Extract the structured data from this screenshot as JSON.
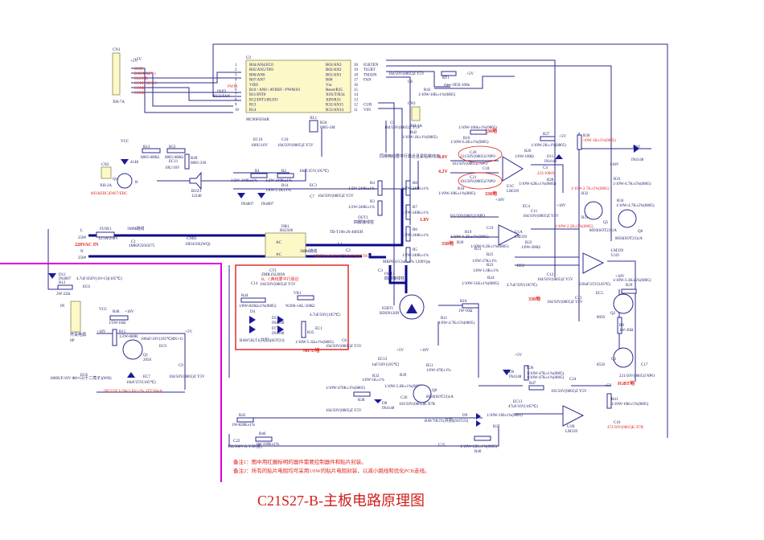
{
  "title": "C21S27-B-主板电路原理图",
  "notes": [
    "备注1：图中用红圈标明的器件需要控制器件和贴片封装。",
    "备注2：所有的贴片电阻均可采用1/6W的贴片电阻封装，以减小跳线和优化PCB走线。"
  ],
  "connectors": {
    "cn1": {
      "ref": "CN1",
      "part": "XH-7A",
      "pins": [
        "1",
        "2",
        "3",
        "4",
        "5",
        "6",
        "7"
      ],
      "nets": [
        "+5V",
        "GND",
        "DATA/KEY1",
        "CLOCK",
        "COM1/KEY2",
        "COM2",
        "COM3"
      ]
    },
    "cn2": {
      "ref": "CN2",
      "part": "XH-2A",
      "pins": [
        "1",
        "2"
      ]
    },
    "cn3": {
      "ref": "CN3",
      "part": "XH-3A",
      "pins": [
        "3",
        "2",
        "1"
      ]
    },
    "sp": {
      "ref": "SP",
      "label": "开关电源",
      "pins": [
        "1",
        "2",
        "3",
        "4",
        "5"
      ],
      "net_in": "IN"
    }
  },
  "mcu": {
    "ref": "U2",
    "part": "MC96F6504R",
    "left_pins": [
      {
        "n": "1",
        "name": "R04/AN4/EC0"
      },
      {
        "n": "2",
        "name": "R05/AN5/T0O"
      },
      {
        "n": "3",
        "name": "R06/AN6"
      },
      {
        "n": "4",
        "name": "R07/AN7"
      },
      {
        "n": "5",
        "name": "VDD"
      },
      {
        "n": "6",
        "name": "R10 / AN0 / AVREF / PWM1O"
      },
      {
        "n": "7",
        "name": "R11/INT0"
      },
      {
        "n": "8",
        "name": "R12/INT1/BUZO"
      },
      {
        "n": "9",
        "name": "R13"
      },
      {
        "n": "10",
        "name": "R14"
      }
    ],
    "right_pins": [
      {
        "n": "20",
        "name": "R03/AN3",
        "net": "IGBTEN"
      },
      {
        "n": "19",
        "name": "R02/AN2",
        "net": "TIGBT"
      },
      {
        "n": "18",
        "name": "R01/AN1",
        "net": "TMAIN"
      },
      {
        "n": "17",
        "name": "R00",
        "net": "FAN"
      },
      {
        "n": "16",
        "name": "Vss",
        "net": ""
      },
      {
        "n": "15",
        "name": "Reset/R35",
        "net": ""
      },
      {
        "n": "14",
        "name": "XOUT/R34",
        "net": ""
      },
      {
        "n": "13",
        "name": "XIN/R33",
        "net": ""
      },
      {
        "n": "12",
        "name": "R32/AN15",
        "net": "CUR"
      },
      {
        "n": "11",
        "name": "R31/AN14",
        "net": "VIN"
      }
    ],
    "left_nets": [
      "PWM",
      "INJD",
      "BUZ/FAN",
      "+5V"
    ]
  },
  "power_input": {
    "label": "220VAC IN",
    "L": "L",
    "N": "N",
    "size": "250#",
    "fuse": {
      "ref": "FUSE1",
      "value": "12.5A/250V"
    },
    "c1": {
      "ref": "C1",
      "value": "1MKP250/0275"
    },
    "cnr1": {
      "ref": "CNR1",
      "value": "10D431K(WQ)"
    },
    "wire": "3MM跳线",
    "bridge": {
      "ref": "DB1",
      "part": "RS2506",
      "ac": "AC"
    },
    "l1": {
      "ref": "L1",
      "value": "TB-T106-26-400UH"
    },
    "c2": {
      "ref": "C2",
      "value": "MKPH4uF±5%275VAC(400VDC)"
    },
    "out1": {
      "ref": "OUT1",
      "label": "四脚接线柱"
    },
    "out2": {
      "ref": "OUT2",
      "label": "四脚接线柱"
    },
    "c3": {
      "ref": "C3",
      "value": "MKPH4 0.3uF±5% 1200Vpp"
    },
    "igbt": {
      "ref": "IGBT1",
      "part": "BDSN120N"
    },
    "note_parallel": "同排两线要平行靠近且紧贴跳线走"
  },
  "current_sense": {
    "ct": {
      "ref": "CT1",
      "value": "ZMR192209A"
    },
    "note": "B、C两线要平行靠近",
    "c14": {
      "ref": "C14",
      "value": "104/50V(0805)Z Y5V"
    },
    "r44": {
      "ref": "R44",
      "value": "1/8W-820Ω±1%(0805)"
    },
    "vr1": {
      "ref": "VR1",
      "value": "W206-1AL-500Ω"
    },
    "d4": {
      "ref": "D4",
      "part": "BAW56LT1(共阳)(SOT23)"
    },
    "d5": {
      "ref": "D5",
      "part": "IN4148"
    },
    "d7": {
      "ref": "D7",
      "part": "IN4148"
    },
    "ec1": {
      "ref": "EC1",
      "value": "4.7uF/50V(105℃)"
    },
    "r35": {
      "ref": "R35",
      "value": "1/10W-5.1Ω±1%(0805)"
    },
    "c8": {
      "ref": "C8",
      "value": "104/50V(0805)Z Y5V"
    },
    "gnd": "MCU地"
  },
  "supply": {
    "d12": {
      "ref": "D12",
      "part": "IN4007"
    },
    "r12": {
      "ref": "R12",
      "value": "2W-22Ω"
    },
    "ec6": {
      "ref": "EC6",
      "value": "4.7uF/450V(10×13)(105℃)"
    },
    "r48": {
      "ref": "R48",
      "value": "1/2W-10Ω"
    },
    "r15": {
      "ref": "R15",
      "value": "1/2W-680R"
    },
    "q1": {
      "ref": "Q1",
      "part": "2050"
    },
    "z1": {
      "ref": "Z1",
      "part": "1N5232C1/2W-5.6V±2% ,IZT20mA"
    },
    "ec7": {
      "ref": "EC7",
      "value": "10uF/25V(105℃)"
    },
    "ec8": {
      "ref": "EC8",
      "value": "1000UF/16V Φ8×12(十二亮子)(WH)"
    },
    "ec9": {
      "ref": "EC9",
      "value": "100uF/16V(105℃)Φ5×11"
    },
    "c9": {
      "ref": "C9",
      "value": "104/50V(0805)Z Y5V"
    },
    "rails": [
      "+5V",
      "+18V",
      "+5V"
    ]
  },
  "buzzer": {
    "r13": {
      "ref": "R13",
      "value": "0805-680Ω"
    },
    "r53": {
      "ref": "R53",
      "value": "0805-680Ω"
    },
    "r49": {
      "ref": "R49",
      "value": "0805-330"
    },
    "ec11": {
      "ref": "EC11",
      "value": "10U/16V"
    },
    "bz": {
      "ref": "BUZ1",
      "part": "12240"
    },
    "d3": {
      "ref": "D3",
      "part": "4148"
    },
    "q1": {
      "ref": "Q1",
      "part": "8050(EBC)D667/EBC"
    },
    "vcc": "VCC",
    "b": "B"
  },
  "mcu_aux": {
    "ec10": {
      "ref": "EC10",
      "value": "100U/16V"
    },
    "c10": {
      "ref": "C10",
      "value": "104/50V(0805)Z Y5V"
    },
    "xl1": {
      "ref": "XL1"
    },
    "r50": {
      "ref": "R50",
      "value": "0805-1M"
    },
    "c6": {
      "ref": "C6",
      "value": "104/50V(0805)Z Y5V"
    },
    "rt1": {
      "ref": "RT1",
      "value": "mpe-3950-100k"
    },
    "r43": {
      "ref": "R43",
      "value": "1/10W-10K±1%(0805)"
    },
    "c5": {
      "ref": "C5",
      "value": "104/50V(0805)Z Y5V"
    },
    "r42": {
      "ref": "R42",
      "value": "1/10W-1K±1%(0805)"
    }
  },
  "vin_divider": {
    "r1": {
      "ref": "R1",
      "value": "1/2W-240K±1%"
    },
    "r2": {
      "ref": "R2",
      "value": "1/2W-240K±1%"
    },
    "r14": {
      "ref": "R14",
      "value": "1/8W-5.1K±1%"
    },
    "ec3": {
      "ref": "EC3",
      "value": "10uF/25V(105℃)"
    },
    "c7": {
      "ref": "C7",
      "value": "104/50V(0805)Z Y5V"
    },
    "d1": {
      "ref": "D1",
      "part": "IN4007"
    },
    "d2": {
      "ref": "D2",
      "part": "IN4007"
    },
    "r3": {
      "ref": "R3",
      "value": "1/2W-240K±1%"
    },
    "r4": {
      "ref": "R4",
      "value": "1/2W-240K±1%"
    },
    "r5": {
      "ref": "R5",
      "value": "1/2W-240K±1%"
    },
    "r6": {
      "ref": "R6",
      "value": "1/2W-240K±1%"
    },
    "r7": {
      "ref": "R7",
      "value": "1/2W-240K±1%"
    },
    "r8": {
      "ref": "R8",
      "value": "1/2W-240K±1%"
    }
  },
  "comparators": {
    "u1c": {
      "ref": "U1C",
      "part": "LM339",
      "pins": [
        "8",
        "9",
        "14"
      ]
    },
    "u1a": {
      "ref": "U1A",
      "part": "LM339",
      "pins": [
        "4",
        "5",
        "2"
      ]
    },
    "u1d": {
      "ref": "U1D",
      "part": "LM339",
      "pins": [
        "10",
        "11",
        "13"
      ]
    },
    "u1b": {
      "ref": "U1B",
      "part": "LM339",
      "pins": [
        "7",
        "6",
        "1"
      ]
    },
    "r16": {
      "ref": "R16",
      "value": "1/10W-6.2K±1%(0805)"
    },
    "r17": {
      "ref": "R17",
      "value": "1/10W-100k±1%(0805)"
    },
    "r18": {
      "ref": "R18",
      "value": "1/10W-10K±1%(0805)"
    },
    "c20": {
      "ref": "C20",
      "value": "221/50V(0805)J NPO"
    },
    "c18": {
      "ref": "C18",
      "value": "101/50V(0805)J NPO"
    },
    "c21": {
      "ref": "C21",
      "value": "101/50V(0805)J NPO"
    },
    "r26": {
      "ref": "R26",
      "value": "1/6W-100Ω"
    },
    "r27": {
      "ref": "R27",
      "value": "1/10W-2K±1%(0805)"
    },
    "d11": {
      "ref": "D11",
      "part": "IN4148"
    },
    "c4": {
      "ref": "C4",
      "value": "222/1000V"
    },
    "r28": {
      "ref": "R28",
      "value": "1/10W-42K±1%(0805)"
    },
    "r30": {
      "ref": "R30",
      "value": "1/10W-1K±5%(0805)"
    },
    "r32": {
      "ref": "R32",
      "value": "1/10W-2.7K±5%(0805)"
    },
    "r31": {
      "ref": "R31",
      "value": "1/10W-2.2K±5%(0805)"
    },
    "r33": {
      "ref": "R33",
      "value": "1/10W-4.7K±5%(0805)"
    },
    "r34": {
      "ref": "R34",
      "value": "1/10W-4.7K±5%(0805)"
    },
    "d10": {
      "ref": "D10",
      "part": "IN4148"
    },
    "q5": {
      "ref": "Q5",
      "part": "8050(SOT23)1A"
    },
    "q6": {
      "ref": "Q6",
      "part": "8050(SOT23)1A"
    },
    "r19": {
      "ref": "R19",
      "value": "1/10W-6.2K±1%(0805)"
    },
    "r20": {
      "ref": "R20",
      "value": "1/10W-6.2K±1%(0805)"
    },
    "r21": {
      "ref": "R21",
      "value": "1/10W-6.2K±1%(0805)"
    },
    "r22": {
      "ref": "R22",
      "value": "1/6W-200Ω"
    },
    "r23": {
      "ref": "R23",
      "value": "1/6W-1.0K±1%"
    },
    "r24": {
      "ref": "R24",
      "value": "1/10W-51K±1%(0805)"
    },
    "r25": {
      "ref": "R25",
      "value": "1/6W-27K±1%"
    },
    "c19": {
      "ref": "C19",
      "value": "101/50V(0805)J NPO"
    },
    "c12": {
      "ref": "C12",
      "value": "104/50V(0805)Z Y5V"
    },
    "ec2": {
      "ref": "EC2",
      "value": "4.7uF/50V(105℃)"
    },
    "ec4": {
      "ref": "EC4",
      "value": "220uF/25V(105℃)"
    },
    "c11": {
      "ref": "C11",
      "value": "104/50V(0805)Z Y5V"
    },
    "r10": {
      "ref": "R10",
      "value": "1W-10Ω"
    },
    "r11": {
      "ref": "R11",
      "value": "1/6W-4.7K±5%(0805)"
    },
    "r9": {
      "ref": "R9",
      "value": "1W-30Ω"
    },
    "r29": {
      "ref": "R29",
      "value": "1/10W-3.3K±5%(0805)"
    },
    "ec5": {
      "ref": "EC5",
      "value": "220uF/25V(105℃)"
    },
    "c13": {
      "ref": "C13",
      "value": "104/50V(0805)Z Y5V"
    },
    "q2": {
      "ref": "Q2",
      "part": "8050"
    },
    "q3": {
      "ref": "Q3",
      "part": "8550"
    },
    "c17": {
      "ref": "C17",
      "value": "221/50V(0805)J NPO"
    },
    "gnd_igbt": "IGBT地"
  },
  "lower": {
    "ec12": {
      "ref": "EC12",
      "value": "1uF/50V(105℃)"
    },
    "r32b": {
      "ref": "R32",
      "value": "1/6W-1K±1%"
    },
    "r38": {
      "ref": "R38",
      "value": "1/10W-470K±1%(0805)"
    },
    "r39": {
      "ref": "R39",
      "value": "1/10W-5.6K±1%(0805)"
    },
    "d8": {
      "ref": "D8",
      "part": "IN4148"
    },
    "c26": {
      "ref": "C26",
      "value": "103/50V(0805)K X7R"
    },
    "c15": {
      "ref": "C15",
      "value": "104/50V(0805)Z Y5V"
    },
    "r51": {
      "ref": "R51",
      "value": "1/6W-47K±1%"
    },
    "q8": {
      "ref": "Q8",
      "part": "8050(SOT23)1A"
    },
    "d9": {
      "ref": "D9",
      "part": "BAV70LT1(共阴)(SOT23)"
    },
    "r37": {
      "ref": "R37",
      "value": "1/10W-1M±1%(0805)"
    },
    "r40": {
      "ref": "R40",
      "value": "1/10W-12K±1%(0805)"
    },
    "c25": {
      "ref": "C25"
    },
    "r36": {
      "ref": "R36",
      "value": "1/10W-47K±1%(0805)"
    },
    "d6": {
      "ref": "D6",
      "part": "IN4148"
    },
    "ec13": {
      "ref": "EC13",
      "value": "47uF/16V(105℃)"
    },
    "r47": {
      "ref": "R47",
      "value": "1/10W-47K±1%(0805)"
    },
    "c24": {
      "ref": "C24",
      "value": "105/50V(0805)Z Y5V"
    },
    "r41": {
      "ref": "R41",
      "value": "1/10W-10K±5%(0805)"
    },
    "c16": {
      "ref": "C16",
      "value": "472/50V(0805)K X7R"
    },
    "r45": {
      "ref": "R45",
      "value": "1W-820K±1%"
    },
    "r46": {
      "ref": "R46",
      "value": "1W-330K±1%"
    },
    "c22": {
      "ref": "C22",
      "value": "102/500V K Y5P(瓷)"
    }
  },
  "net_labels": {
    "v_4_0": "4.0V",
    "v_4_2": "4.2V",
    "v_1_0": "1.0V",
    "gnd_330": "330地",
    "plus5": "+5V",
    "plus18": "+18V",
    "vcc": "VCC"
  }
}
